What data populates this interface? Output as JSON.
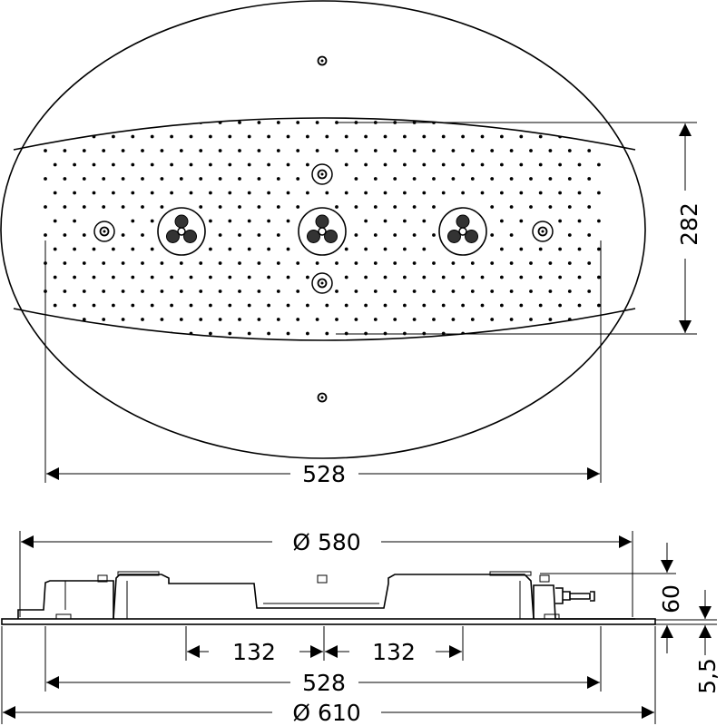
{
  "top_view": {
    "height_dim": "282",
    "width_dim": "528"
  },
  "side_view": {
    "outer_diameter_upper": "Ø 580",
    "height_dim": "60",
    "plate_thickness_dim": "5,5",
    "spacing_left": "132",
    "spacing_right": "132",
    "width_dim": "528",
    "outer_diameter_lower": "Ø 610"
  },
  "colors": {
    "line": "#000000",
    "background": "#ffffff"
  }
}
